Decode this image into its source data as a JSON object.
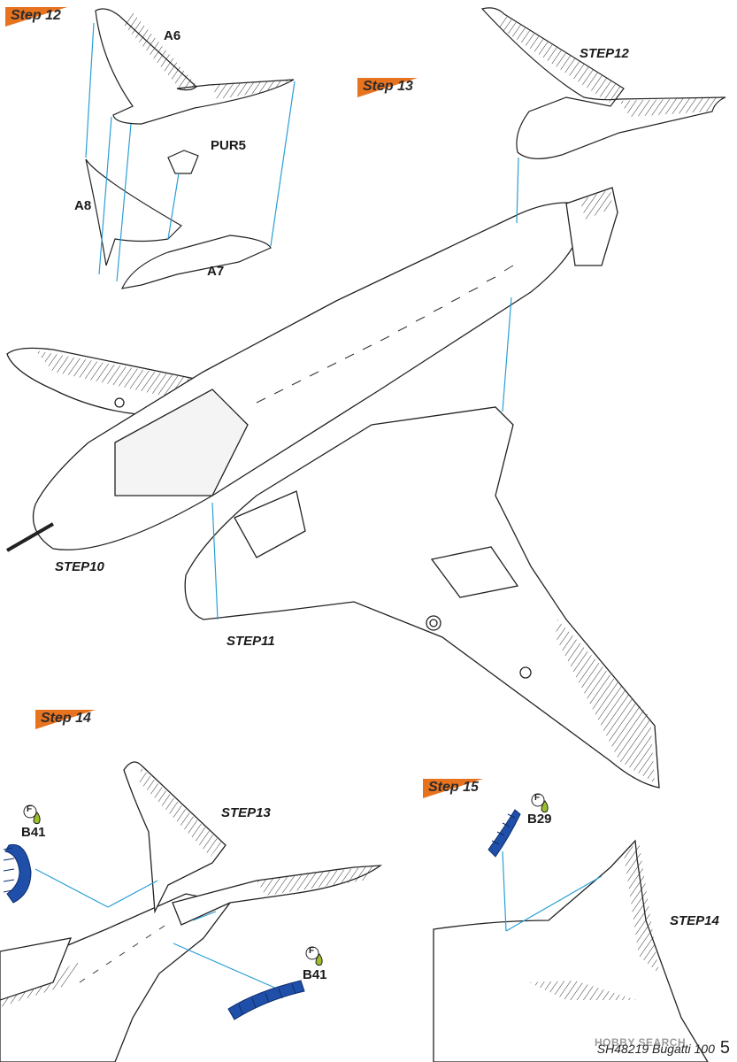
{
  "steps": {
    "step12": "Step 12",
    "step13": "Step 13",
    "step14": "Step 14",
    "step15": "Step 15"
  },
  "parts": {
    "a6": "A6",
    "a7": "A7",
    "a8": "A8",
    "pur5": "PUR5",
    "b41_left": "B41",
    "b41_right": "B41",
    "b29": "B29"
  },
  "references": {
    "step10": "STEP10",
    "step11": "STEP11",
    "step12": "STEP12",
    "step13": "STEP13",
    "step14": "STEP14"
  },
  "paint_code": "F",
  "footer": {
    "kit": "SH48219 Bugatti 100",
    "page": "5"
  },
  "watermark": "HOBBY SEARCH",
  "colors": {
    "step_flag": "#e8731f",
    "arrow": "#2a9fd6",
    "part_blue": "#1f4fa8",
    "paint_drop": "#9bbf2a"
  }
}
